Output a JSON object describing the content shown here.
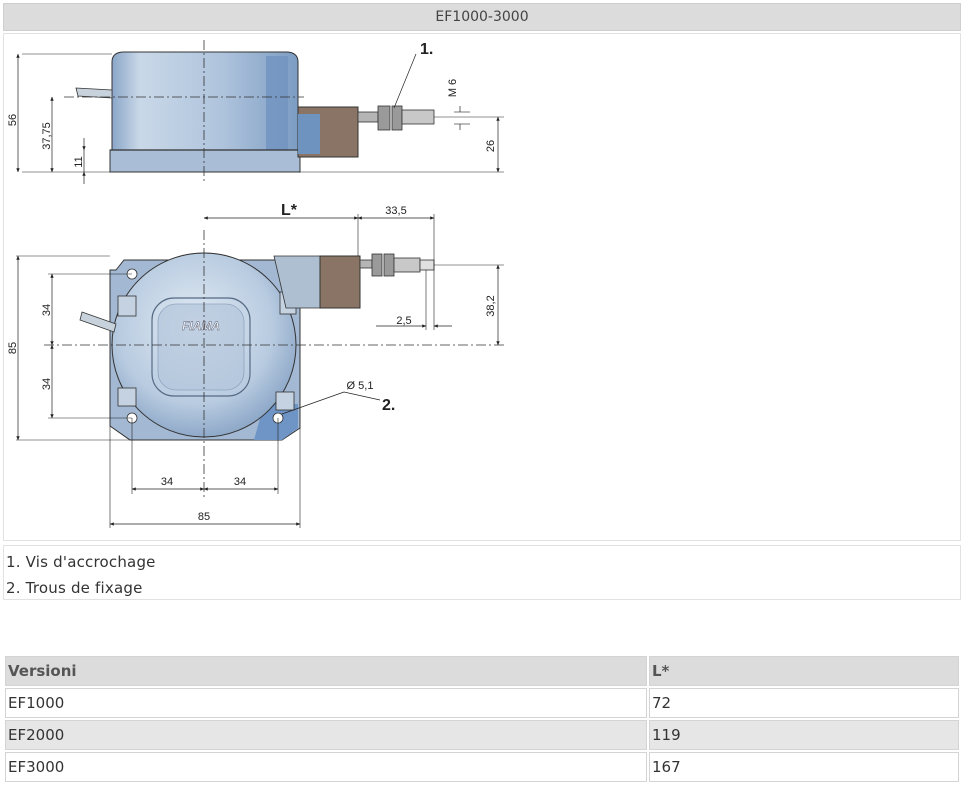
{
  "title": "EF1000-3000",
  "drawing": {
    "callouts": [
      "1.",
      "2."
    ],
    "dimensions": {
      "d56": "56",
      "d37_75": "37,75",
      "d11": "11",
      "m6": "M 6",
      "d26": "26",
      "l_star": "L*",
      "d33_5": "33,5",
      "d85_left": "85",
      "d34_top": "34",
      "d34_bottom": "34",
      "d38_2": "38,2",
      "d2_5": "2,5",
      "d5_1": "Ø 5,1",
      "d34_x_left": "34",
      "d34_x_right": "34",
      "d85_bottom": "85"
    },
    "logo": "FIAMA"
  },
  "legend": [
    "1. Vis d'accrochage",
    "2. Trous de fixage"
  ],
  "table": {
    "headers": [
      "Versioni",
      "L*"
    ],
    "rows": [
      [
        "EF1000",
        "72"
      ],
      [
        "EF2000",
        "119"
      ],
      [
        "EF3000",
        "167"
      ]
    ]
  },
  "colors": {
    "body_blue": "#a9c0da",
    "body_dark": "#6f90b8",
    "brown": "#8a7466",
    "header_gray": "#dcdcdc"
  }
}
